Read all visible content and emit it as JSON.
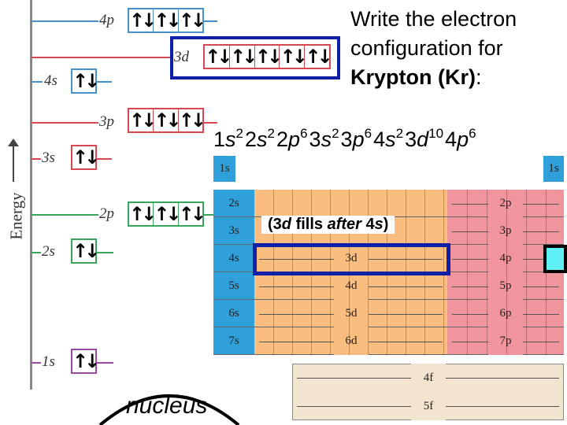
{
  "question": {
    "line1": "Write the electron",
    "line2": "configuration for",
    "element_name": "Krypton (Kr)",
    "colon": ":"
  },
  "configuration": {
    "terms": [
      {
        "n": "1",
        "l": "s",
        "e": "2"
      },
      {
        "n": "2",
        "l": "s",
        "e": "2"
      },
      {
        "n": "2",
        "l": "p",
        "e": "6"
      },
      {
        "n": "3",
        "l": "s",
        "e": "2"
      },
      {
        "n": "3",
        "l": "p",
        "e": "6"
      },
      {
        "n": "4",
        "l": "s",
        "e": "2"
      },
      {
        "n": "3",
        "l": "d",
        "e": "10"
      },
      {
        "n": "4",
        "l": "p",
        "e": "6"
      }
    ]
  },
  "note": {
    "open": "(3",
    "d": "d",
    "mid": " fills ",
    "after": "after",
    "close": " 4",
    "s": "s",
    ")": ")"
  },
  "energy_axis_label": "Energy",
  "nucleus_label": "nucleus",
  "levels": {
    "4p": "4p",
    "3d": "3d",
    "4s": "4s",
    "3p": "3p",
    "3s": "3s",
    "2p": "2p",
    "2s": "2s",
    "1s": "1s"
  },
  "orbital_pair_glyph": "↑↓",
  "periodic_table": {
    "s_top": "1s",
    "s_top_right": "1s",
    "s_rows": [
      "2s",
      "3s",
      "4s",
      "5s",
      "6s",
      "7s"
    ],
    "p_rows": [
      "2p",
      "3p",
      "4p",
      "5p",
      "6p",
      "7p"
    ],
    "d_rows": [
      "3d",
      "4d",
      "5d",
      "6d"
    ],
    "f_rows": [
      "4f",
      "5f"
    ]
  },
  "colors": {
    "s_block": "#2fa0da",
    "p_block": "#f0949e",
    "d_block": "#f9bd80",
    "f_block": "#f3e4cf",
    "highlight": "#0f1fa8",
    "kr_cell": "#5ff0f5"
  }
}
